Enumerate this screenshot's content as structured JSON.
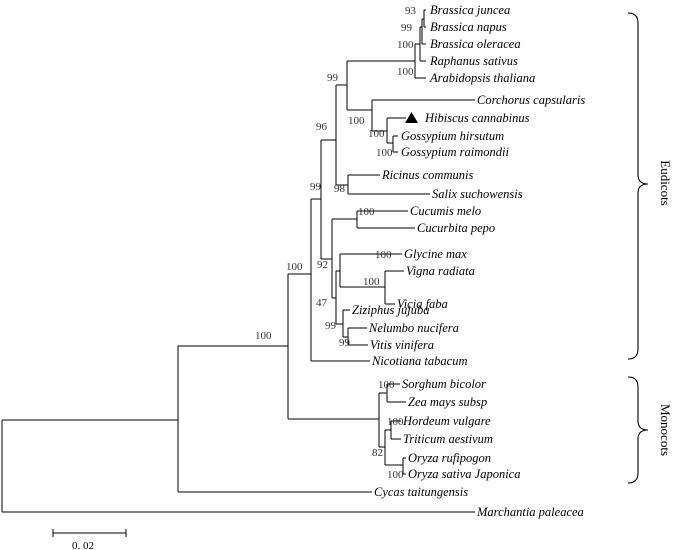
{
  "taxa": [
    "Brassica juncea",
    "Brassica napus",
    "Brassica oleracea",
    "Raphanus sativus",
    "Arabidopsis thaliana",
    "Corchorus capsularis",
    "Hibiscus cannabinus",
    "Gossypium hirsutum",
    "Gossypium raimondii",
    "Ricinus communis",
    "Salix suchowensis",
    "Cucumis melo",
    "Cucurbita pepo",
    "Glycine max",
    "Vigna radiata",
    "Vicia faba",
    "Ziziphus jujuba",
    "Nelumbo nucifera",
    "Vitis vinifera",
    "Nicotiana tabacum",
    "Sorghum bicolor",
    "Zea mays subsp",
    "Hordeum vulgare",
    "Triticum aestivum",
    "Oryza rufipogon",
    "Oryza sativa Japonica",
    "Cycas taitungensis",
    "Marchantia paleacea"
  ],
  "highlighted_taxon": "Hibiscus cannabinus",
  "highlight_marker": "filled-triangle",
  "bootstrap": {
    "brassica_juncea_napus": "93",
    "brassica_group": "99",
    "brassica_raphanus": "100",
    "brassicaceae": "100",
    "rosid_malvid": "99",
    "malvaceae": "100",
    "hibiscus_gossypium": "100",
    "gossypium": "100",
    "malpighiales": "98",
    "core_eudicots": "96",
    "cucurbitaceae": "100",
    "fabaceae": "100",
    "vigna_vicia": "100",
    "fabids_vitis": "92",
    "ziziphus_group": "47",
    "nelumbo_vitis_outer": "99",
    "nelumbo_vitis": "99",
    "eudicots": "99",
    "angiosperms": "100",
    "seed_plants": "100",
    "sorghum_zea": "100",
    "hordeum_triticum": "100",
    "pooideae_oryza": "82",
    "oryza": "100"
  },
  "groups": {
    "eudicots": "Eudicots",
    "monocots": "Monocots"
  },
  "scale_bar": {
    "label": "0. 02",
    "value": 0.02
  }
}
